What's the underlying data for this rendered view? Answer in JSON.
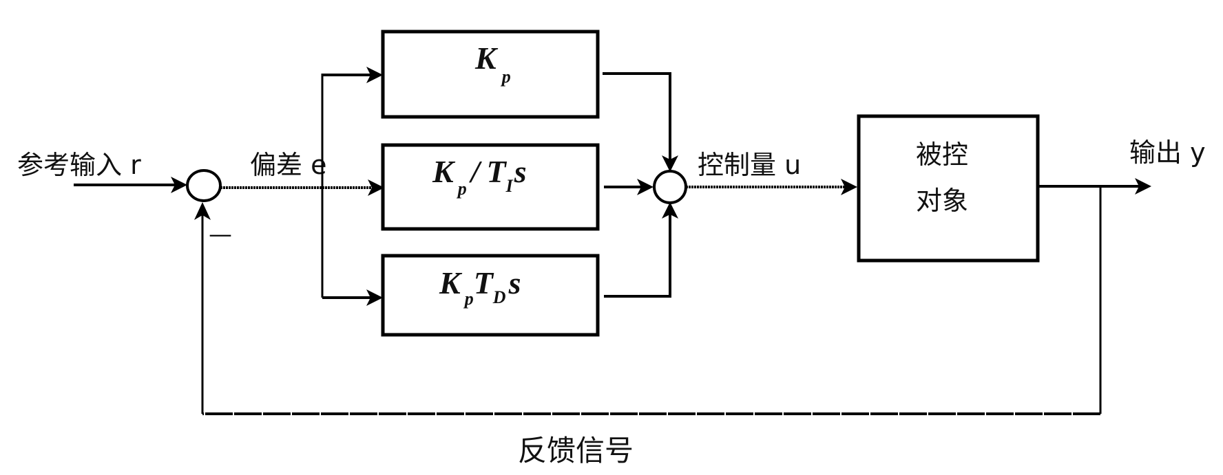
{
  "diagram": {
    "type": "PID control block diagram",
    "labels": {
      "reference_input": "参考输入 r",
      "error": "偏差 e",
      "control_signal": "控制量 u",
      "output": "输出 y",
      "feedback": "反馈信号",
      "minus_sign": "—"
    },
    "blocks": {
      "proportional": {
        "main": "K",
        "sub": "p",
        "rest": ""
      },
      "integral": {
        "k": "K",
        "k_sub": "p",
        "slash": "/",
        "t": "T",
        "t_sub": "I",
        "s": "s"
      },
      "derivative": {
        "k": "K",
        "k_sub": "p",
        "t": "T",
        "t_sub": "D",
        "s": "s"
      },
      "plant": {
        "line1": "被控",
        "line2": "对象"
      }
    },
    "colors": {
      "stroke": "#000000",
      "background": "#ffffff"
    }
  }
}
